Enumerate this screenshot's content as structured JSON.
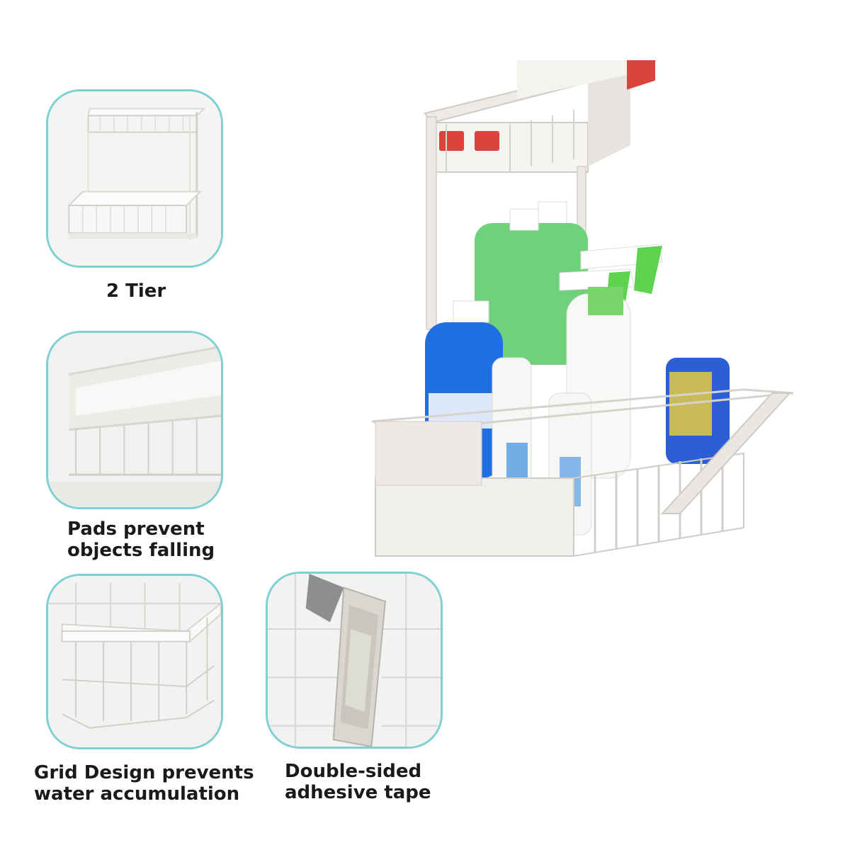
{
  "features": [
    {
      "caption_lines": [
        "2 Tier"
      ]
    },
    {
      "caption_lines": [
        "Pads prevent",
        "objects falling"
      ]
    },
    {
      "caption_lines": [
        "Grid Design prevents",
        "water accumulation"
      ]
    },
    {
      "caption_lines": [
        "Double-sided",
        "adhesive tape"
      ]
    }
  ],
  "colors": {
    "card_border": "#7fd0d3",
    "caption_text": "#1a1a1a",
    "product_white": "#f1efec",
    "bottle_green": "#6fd27a",
    "bottle_blue": "#1f6fe0",
    "label_red": "#d9453d"
  }
}
